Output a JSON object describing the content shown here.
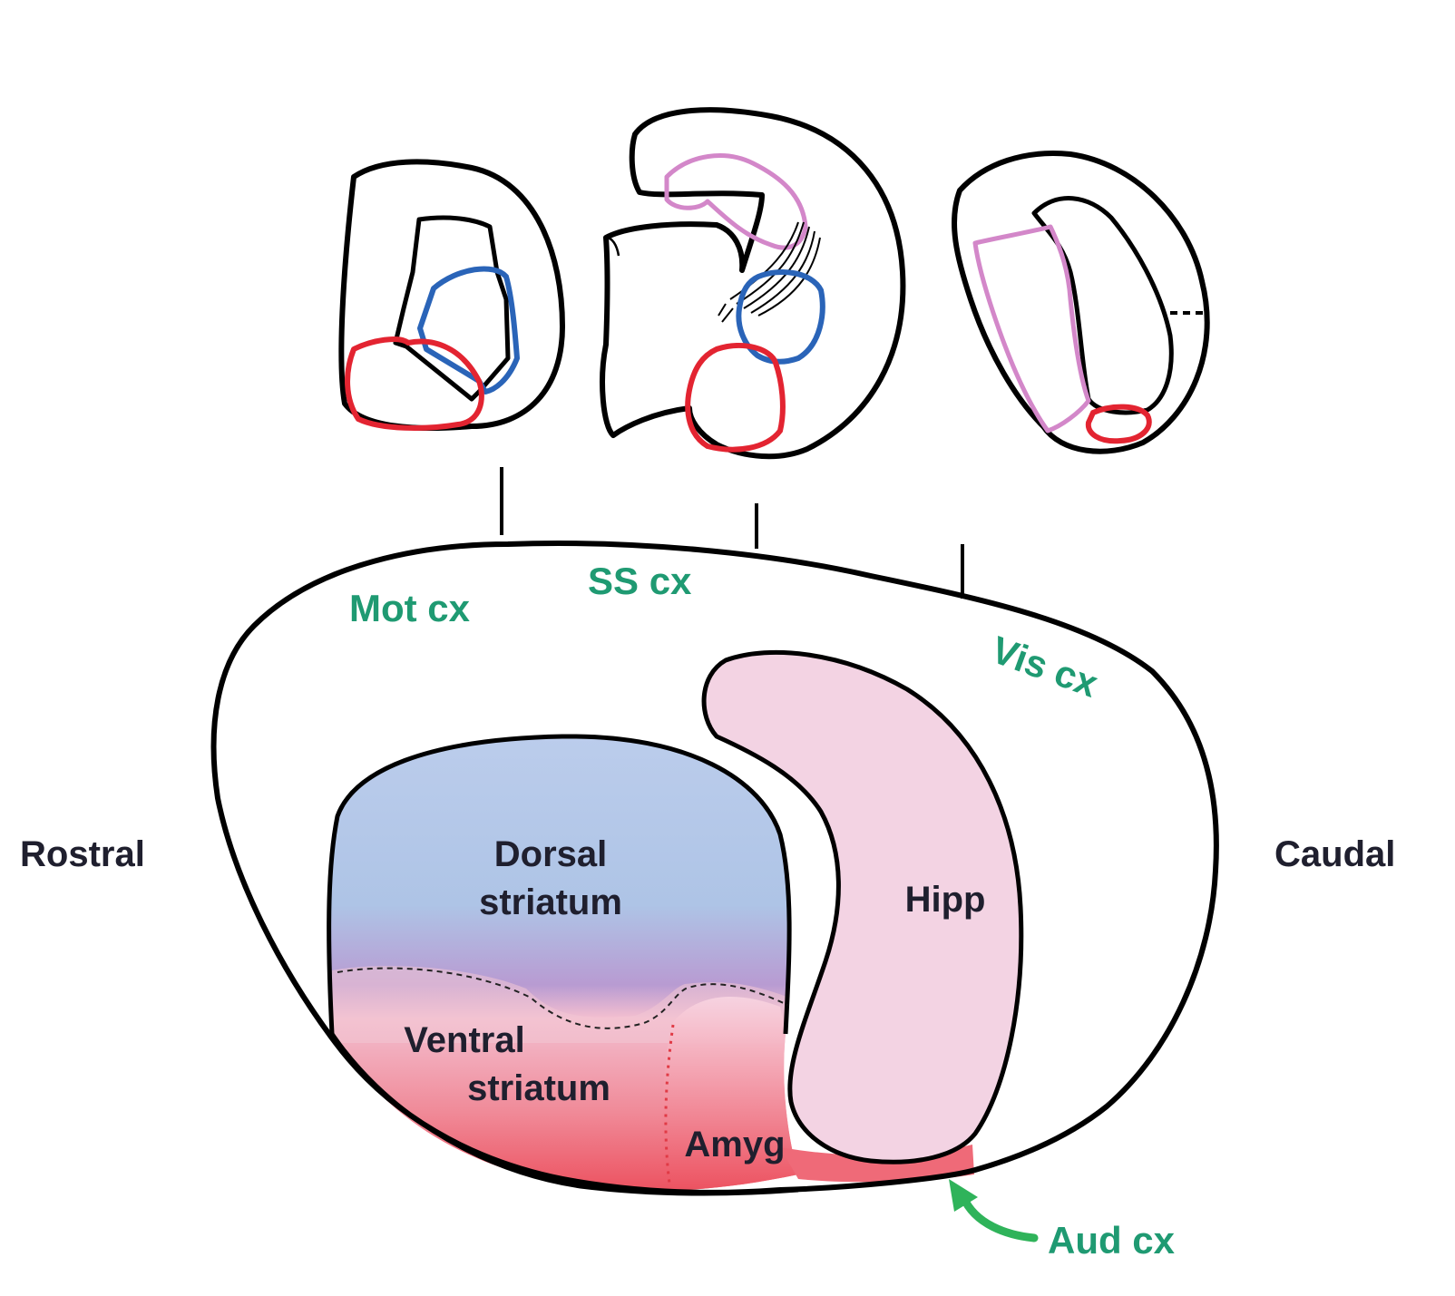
{
  "labels": {
    "rostral": "Rostral",
    "caudal": "Caudal",
    "mot_cx": "Mot cx",
    "ss_cx": "SS cx",
    "vis_cx": "Vis cx",
    "aud_cx": "Aud cx",
    "dorsal_striatum_line1": "Dorsal",
    "dorsal_striatum_line2": "striatum",
    "ventral_striatum_line1": "Ventral",
    "ventral_striatum_line2": "striatum",
    "hipp": "Hipp",
    "amyg": "Amyg"
  },
  "colors": {
    "outline": "#000000",
    "cortex_label_green": "#1f9a72",
    "aud_arrow_green": "#2fb35a",
    "dorsal_blue": "#aec4e6",
    "mid_purple": "#b79ad0",
    "ventral_pink": "#f6c2d2",
    "amyg_red": "#ef5560",
    "hipp_pink": "#f3d3e3",
    "section_red_outline": "#e32431",
    "section_blue_outline": "#2a64b8",
    "section_pink_outline": "#d387c9"
  }
}
